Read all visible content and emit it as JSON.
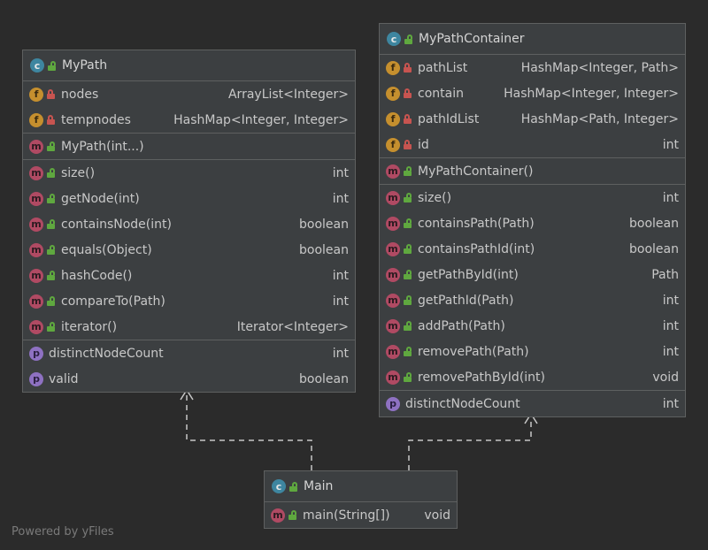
{
  "footer": {
    "watermark": "Powered by yFiles"
  },
  "classes": {
    "mypath": {
      "name": "MyPath",
      "fields": [
        {
          "name": "nodes",
          "type": "ArrayList<Integer>"
        },
        {
          "name": "tempnodes",
          "type": "HashMap<Integer, Integer>"
        }
      ],
      "constructors": [
        {
          "name": "MyPath(int...)",
          "type": ""
        }
      ],
      "methods": [
        {
          "name": "size()",
          "type": "int"
        },
        {
          "name": "getNode(int)",
          "type": "int"
        },
        {
          "name": "containsNode(int)",
          "type": "boolean"
        },
        {
          "name": "equals(Object)",
          "type": "boolean"
        },
        {
          "name": "hashCode()",
          "type": "int"
        },
        {
          "name": "compareTo(Path)",
          "type": "int"
        },
        {
          "name": "iterator()",
          "type": "Iterator<Integer>"
        }
      ],
      "properties": [
        {
          "name": "distinctNodeCount",
          "type": "int"
        },
        {
          "name": "valid",
          "type": "boolean"
        }
      ]
    },
    "mypathcontainer": {
      "name": "MyPathContainer",
      "fields": [
        {
          "name": "pathList",
          "type": "HashMap<Integer, Path>"
        },
        {
          "name": "contain",
          "type": "HashMap<Integer, Integer>"
        },
        {
          "name": "pathIdList",
          "type": "HashMap<Path, Integer>"
        },
        {
          "name": "id",
          "type": "int"
        }
      ],
      "constructors": [
        {
          "name": "MyPathContainer()",
          "type": ""
        }
      ],
      "methods": [
        {
          "name": "size()",
          "type": "int"
        },
        {
          "name": "containsPath(Path)",
          "type": "boolean"
        },
        {
          "name": "containsPathId(int)",
          "type": "boolean"
        },
        {
          "name": "getPathById(int)",
          "type": "Path"
        },
        {
          "name": "getPathId(Path)",
          "type": "int"
        },
        {
          "name": "addPath(Path)",
          "type": "int"
        },
        {
          "name": "removePath(Path)",
          "type": "int"
        },
        {
          "name": "removePathById(int)",
          "type": "void"
        }
      ],
      "properties": [
        {
          "name": "distinctNodeCount",
          "type": "int"
        }
      ]
    },
    "main": {
      "name": "Main",
      "methods": [
        {
          "name": "main(String[])",
          "type": "void"
        }
      ]
    }
  },
  "icons": {
    "class": "class-icon",
    "field": "field-icon",
    "method": "method-icon",
    "property": "property-icon",
    "public": "unlocked-icon",
    "private": "locked-icon"
  }
}
